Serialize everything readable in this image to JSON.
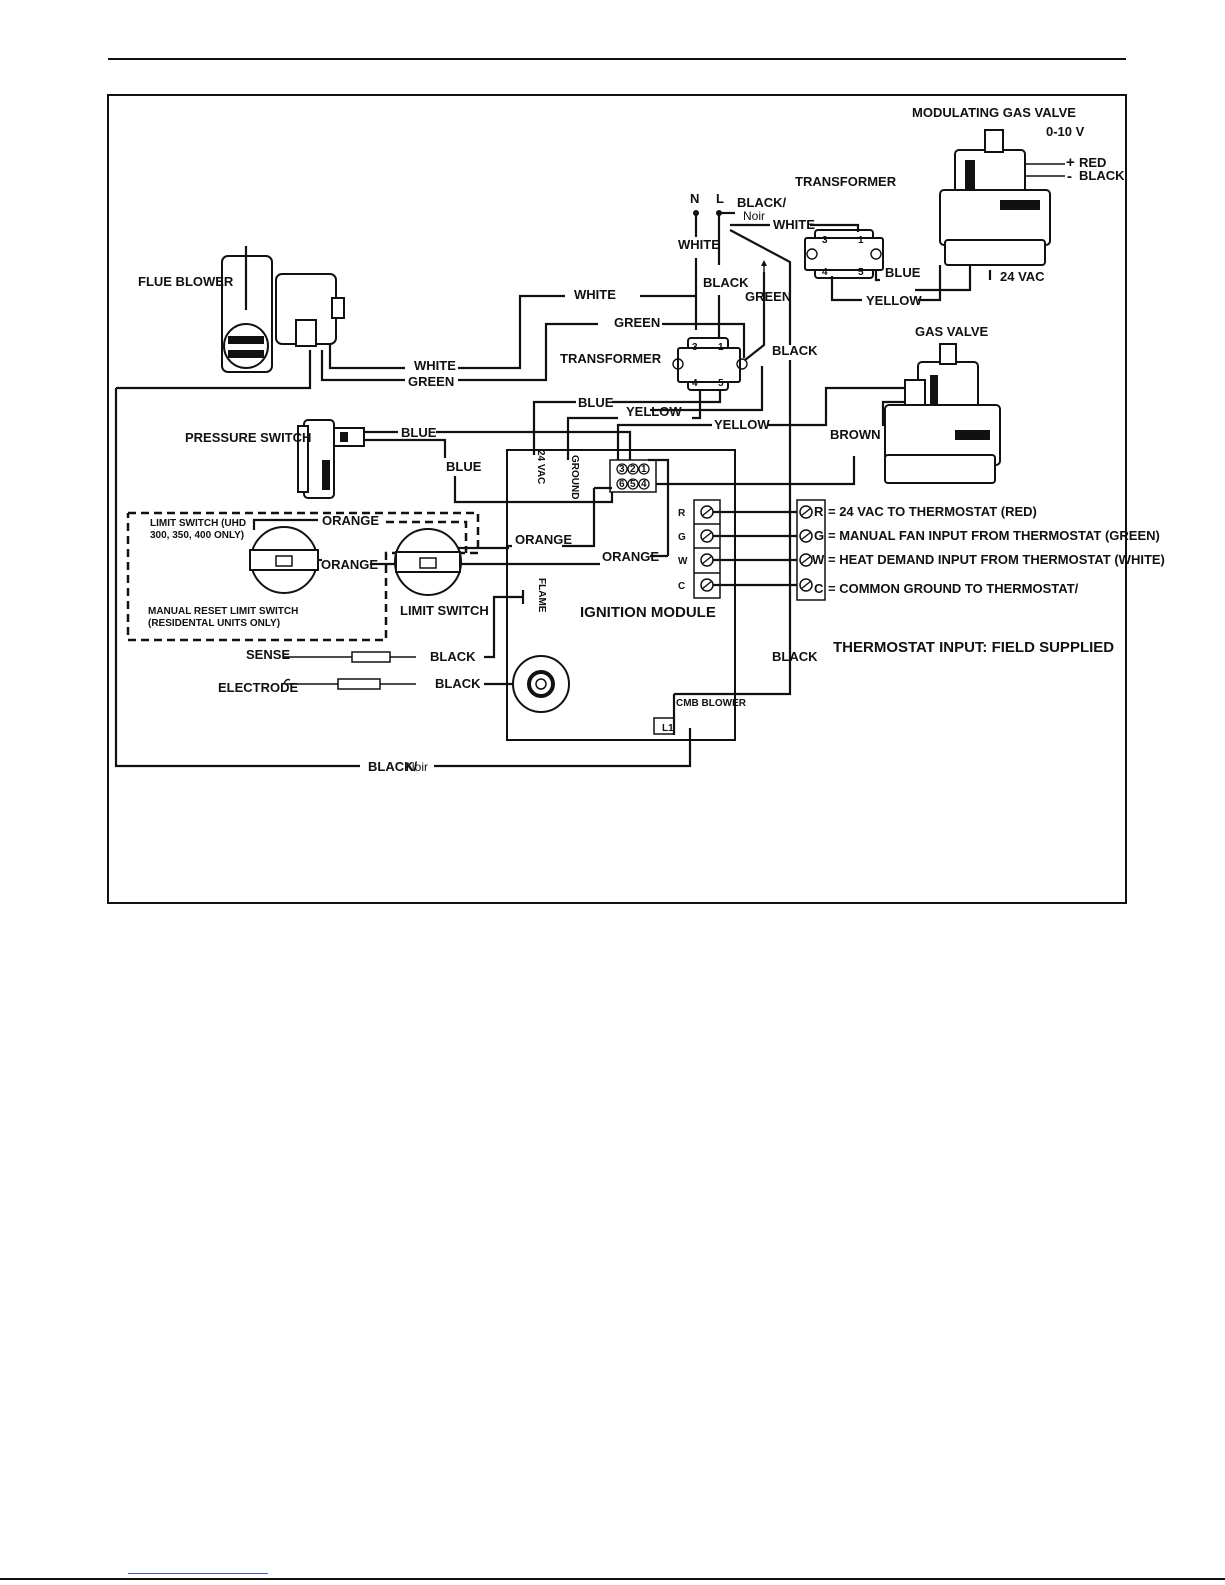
{
  "title": "",
  "components": {
    "modulating_gas_valve": "MODULATING GAS VALVE",
    "voltage_range": "0-10 V",
    "plus": "+",
    "minus": "-",
    "red": "RED",
    "black": "BLACK",
    "transformer_top": "TRANSFORMER",
    "transformer_mid": "TRANSFORMER",
    "gas_valve": "GAS VALVE",
    "flue_blower": "FLUE BLOWER",
    "pressure_switch": "PRESSURE SWITCH",
    "limit_switch_uhd_line1": "LIMIT SWITCH (UHD",
    "limit_switch_uhd_line2": "300, 350, 400 ONLY)",
    "manual_reset_line1": "MANUAL RESET LIMIT SWITCH",
    "manual_reset_line2": "(RESIDENTAL UNITS ONLY)",
    "limit_switch": "LIMIT SWITCH",
    "ignition_module": "IGNITION MODULE",
    "sense": "SENSE",
    "electrode": "ELECTRODE",
    "flame": "FLAME",
    "cmb_blower": "CMB BLOWER",
    "l1": "L1",
    "thermostat_input": "THERMOSTAT INPUT: FIELD SUPPLIED",
    "n": "N",
    "l": "L"
  },
  "wires": {
    "black_noir_top": "BLACK/",
    "noir_top": "Noir",
    "white_top": "WHITE",
    "white_n": "WHITE",
    "black_l": "BLACK",
    "green_top": "GREEN",
    "blue_tx": "BLUE",
    "yellow_tx": "YELLOW",
    "vac_24": "24 VAC",
    "white_blower_top": "WHITE",
    "green_blower_top": "GREEN",
    "white_blower": "WHITE",
    "green_blower": "GREEN",
    "black_right": "BLACK",
    "blue_mid": "BLUE",
    "yellow_mid1": "YELLOW",
    "yellow_mid2": "YELLOW",
    "brown": "BROWN",
    "blue_ps1": "BLUE",
    "blue_ps2": "BLUE",
    "vac_24_vert": "24 VAC",
    "ground_vert": "GROUND",
    "orange1": "ORANGE",
    "orange2": "ORANGE",
    "orange3": "ORANGE",
    "orange4": "ORANGE",
    "black_sense": "BLACK",
    "black_electrode": "BLACK",
    "black_cmb": "BLACK",
    "black_noir_bottom": "BLACK/",
    "noir_bottom": "Noir"
  },
  "terminals": {
    "plug_pins": [
      "3",
      "2",
      "1",
      "6",
      "5",
      "4"
    ],
    "module_letters": [
      "R",
      "G",
      "W",
      "C"
    ],
    "thermostat": [
      {
        "letter": "R",
        "desc": "= 24 VAC TO THERMOSTAT (RED)"
      },
      {
        "letter": "G",
        "desc": "= MANUAL FAN INPUT FROM THERMOSTAT (GREEN)"
      },
      {
        "letter": "W",
        "desc": "= HEAT DEMAND INPUT FROM THERMOSTAT (WHITE)"
      },
      {
        "letter": "C",
        "desc": "= COMMON GROUND TO THERMOSTAT/"
      }
    ],
    "tx_pins": [
      "3",
      "1",
      "4",
      "5"
    ]
  }
}
